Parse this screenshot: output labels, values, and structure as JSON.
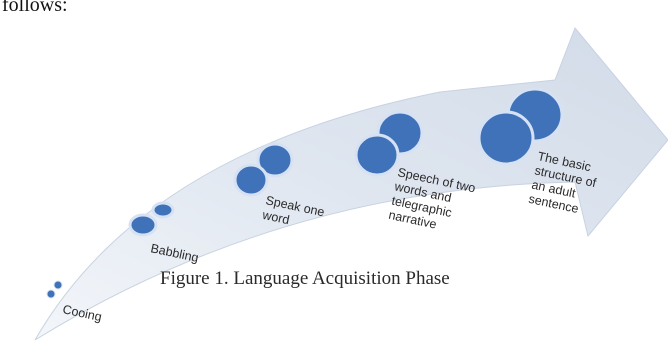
{
  "intro_text": "follows:",
  "figure_caption": "Figure 1. Language Acquisition Phase",
  "colors": {
    "arrow_fill": "#dde4ef",
    "arrow_edge": "#c7d1e0",
    "circle_fill": "#3f72b8",
    "circle_stroke": "#d6e2f3"
  },
  "stages": [
    {
      "label_lines": [
        "Cooing"
      ]
    },
    {
      "label_lines": [
        "Babbling"
      ]
    },
    {
      "label_lines": [
        "Speak one",
        "word"
      ]
    },
    {
      "label_lines": [
        "Speech of two",
        "words and",
        "telegraphic",
        "narrative"
      ]
    },
    {
      "label_lines": [
        "The basic",
        "structure of",
        "an adult",
        "sentence"
      ]
    }
  ]
}
